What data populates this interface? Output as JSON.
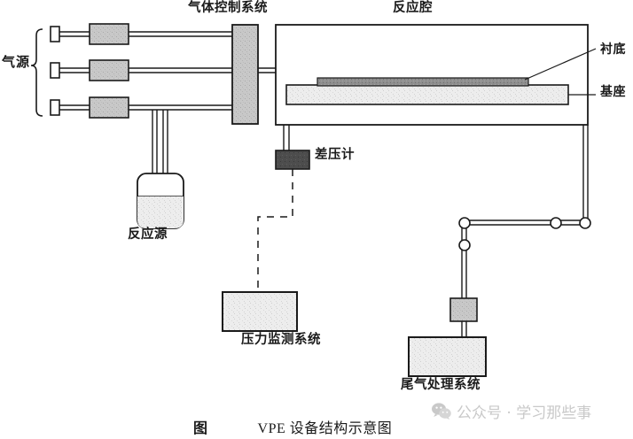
{
  "figure": {
    "caption_prefix": "图",
    "caption_title": "VPE 设备结构示意图"
  },
  "labels": {
    "gas_source": "气源",
    "gas_control_system": "气体控制系统",
    "reaction_chamber": "反应腔",
    "substrate": "衬底",
    "susceptor": "基座",
    "differential_pressure_gauge": "差压计",
    "reaction_source": "反应源",
    "pressure_monitoring_system": "压力监测系统",
    "exhaust_treatment_system": "尾气处理系统"
  },
  "watermark": {
    "text": "公众号 · 学习那些事",
    "icon": "wechat-icon",
    "color": "#c9c9c9"
  },
  "colors": {
    "stroke": "#1a1a1a",
    "fill_light": "#e8e8e8",
    "fill_mid": "#c6c6c6",
    "fill_dark": "#4a4a4a",
    "background": "#ffffff"
  },
  "components": {
    "gas_lines": [
      {
        "id": "line-1",
        "valve": "gas-valve-1",
        "controller": "mass-flow-controller-1"
      },
      {
        "id": "line-2",
        "valve": "gas-valve-2",
        "controller": "mass-flow-controller-2"
      },
      {
        "id": "line-3",
        "valve": "gas-valve-3",
        "controller": "mass-flow-controller-3"
      }
    ],
    "exhaust_nodes": 4,
    "signal_line_style": "dashed"
  }
}
